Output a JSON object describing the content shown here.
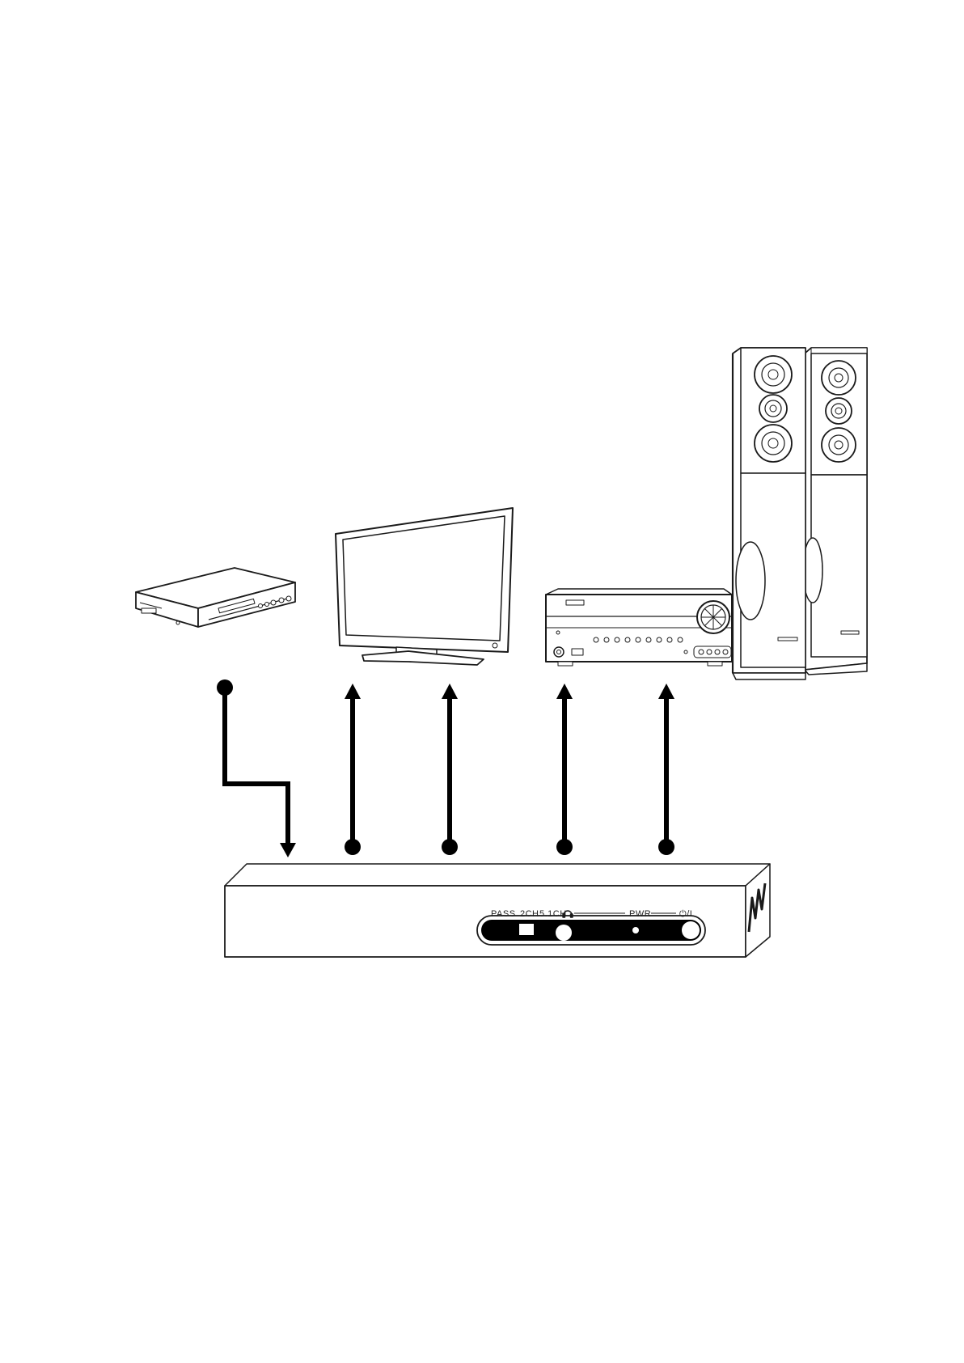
{
  "page": {
    "background": "#ffffff",
    "line_color": "#000000",
    "device_outline_color": "#1a1a1a"
  },
  "devices": [
    {
      "id": "blu-ray-player",
      "icon": "blu-ray-player-icon"
    },
    {
      "id": "television",
      "icon": "tv-icon"
    },
    {
      "id": "av-receiver",
      "icon": "av-receiver-icon"
    },
    {
      "id": "floor-speakers",
      "icon": "floor-speaker-icon"
    }
  ],
  "connections": [
    {
      "from": "blu-ray-player",
      "to": "audio-extractor",
      "direction": "down"
    },
    {
      "from": "audio-extractor",
      "to": "television",
      "direction": "up"
    },
    {
      "from": "audio-extractor",
      "to": "television",
      "direction": "up"
    },
    {
      "from": "audio-extractor",
      "to": "av-receiver",
      "direction": "up"
    },
    {
      "from": "audio-extractor",
      "to": "av-receiver",
      "direction": "up"
    }
  ],
  "extractor": {
    "labels": {
      "mode_pass": "PASS",
      "mode_2ch": "2CH",
      "mode_51ch": "5.1CH",
      "power": "PWR",
      "power_switch": "⏻/I"
    },
    "logo_icon": "brand-logo-icon"
  }
}
